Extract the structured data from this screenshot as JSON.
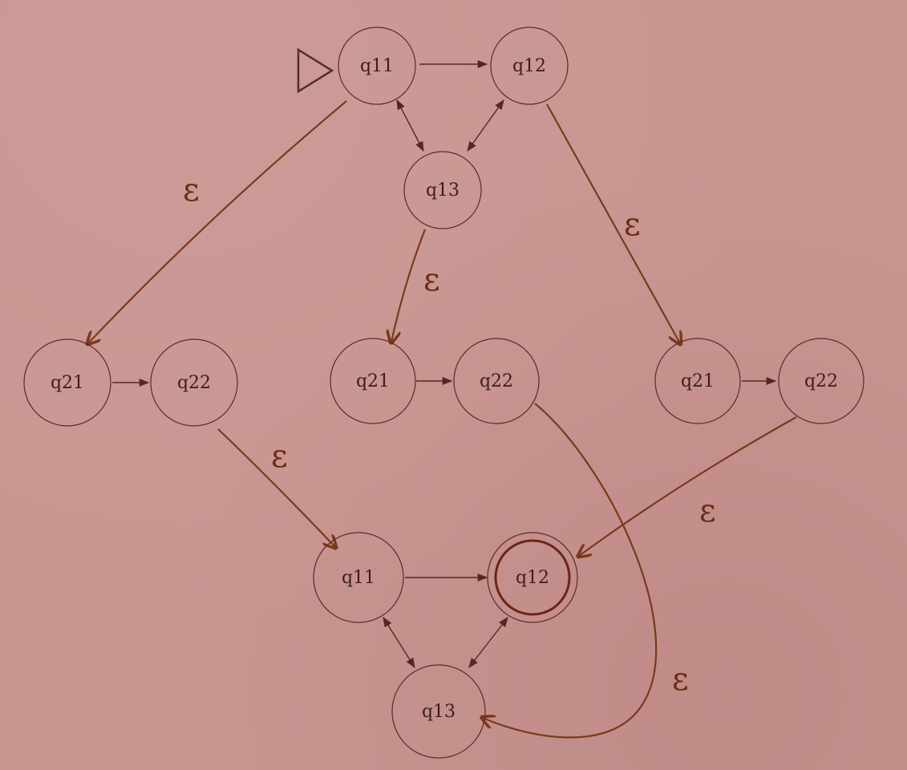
{
  "states": [
    {
      "id": "top-q11",
      "label": "q11"
    },
    {
      "id": "top-q12",
      "label": "q12"
    },
    {
      "id": "top-q13",
      "label": "q13"
    },
    {
      "id": "left-q21",
      "label": "q21"
    },
    {
      "id": "left-q22",
      "label": "q22"
    },
    {
      "id": "mid-q21",
      "label": "q21"
    },
    {
      "id": "mid-q22",
      "label": "q22"
    },
    {
      "id": "right-q21",
      "label": "q21"
    },
    {
      "id": "right-q22",
      "label": "q22"
    },
    {
      "id": "bot-q11",
      "label": "q11"
    },
    {
      "id": "bot-q12",
      "label": "q12",
      "accepting": true
    },
    {
      "id": "bot-q13",
      "label": "q13"
    }
  ],
  "start_state": "top-q11",
  "transitions": [
    {
      "from": "top-q11",
      "to": "top-q12",
      "type": "arrow"
    },
    {
      "from": "top-q11",
      "to": "top-q13",
      "type": "bidirectional"
    },
    {
      "from": "top-q12",
      "to": "top-q13",
      "type": "bidirectional"
    },
    {
      "from": "left-q21",
      "to": "left-q22",
      "type": "arrow"
    },
    {
      "from": "mid-q21",
      "to": "mid-q22",
      "type": "arrow"
    },
    {
      "from": "right-q21",
      "to": "right-q22",
      "type": "arrow"
    },
    {
      "from": "bot-q11",
      "to": "bot-q12",
      "type": "arrow"
    },
    {
      "from": "bot-q11",
      "to": "bot-q13",
      "type": "bidirectional"
    },
    {
      "from": "bot-q12",
      "to": "bot-q13",
      "type": "bidirectional"
    },
    {
      "from": "top-q11",
      "to": "left-q21",
      "type": "epsilon"
    },
    {
      "from": "top-q13",
      "to": "mid-q21",
      "type": "epsilon"
    },
    {
      "from": "top-q12",
      "to": "right-q21",
      "type": "epsilon"
    },
    {
      "from": "left-q22",
      "to": "bot-q11",
      "type": "epsilon"
    },
    {
      "from": "right-q22",
      "to": "bot-q12",
      "type": "epsilon"
    },
    {
      "from": "mid-q22",
      "to": "bot-q13",
      "type": "epsilon"
    }
  ],
  "epsilon_label": "ε",
  "colors": {
    "paper": "#c99591",
    "ink": "#5a2424",
    "pencil": "#7a3a1a"
  }
}
